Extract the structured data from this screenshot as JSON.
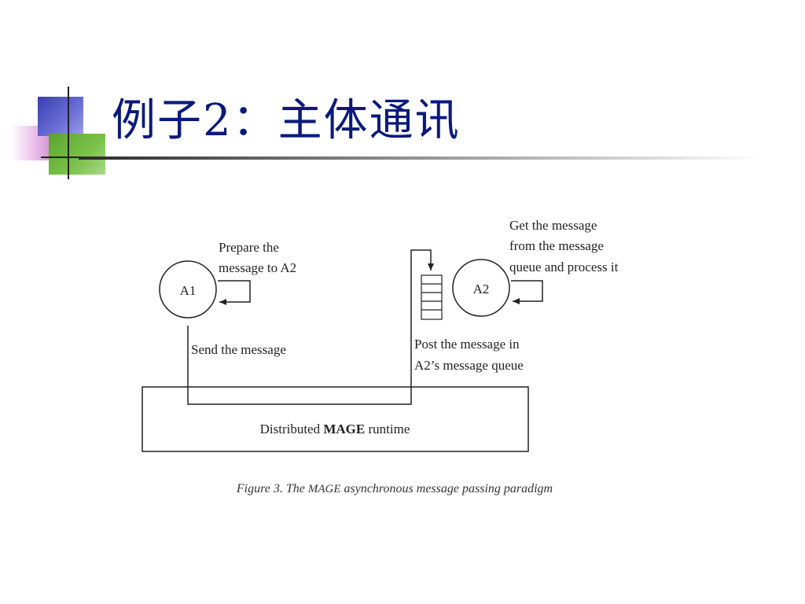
{
  "slide": {
    "title": "例子2：主体通讯"
  },
  "diagram": {
    "agents": [
      {
        "id": "A1",
        "label": "A1"
      },
      {
        "id": "A2",
        "label": "A2"
      }
    ],
    "notes": {
      "prepare_line1": "Prepare the",
      "prepare_line2": "message to A2",
      "get_line1": "Get the message",
      "get_line2": "from the message",
      "get_line3": "queue and process it",
      "send": "Send the message",
      "post_line1": "Post the message in",
      "post_line2": "A2’s message queue"
    },
    "runtime": {
      "prefix": "Distributed ",
      "name": "MAGE",
      "suffix": " runtime"
    },
    "caption": {
      "prefix": "Figure 3. The ",
      "name": "MAGE",
      "suffix": " asynchronous message passing paradigm"
    }
  },
  "colors": {
    "title": "#0a1a7a",
    "accent_blue": "#3a3fb2",
    "accent_pink": "#c77cc7",
    "accent_green": "#5aa52e"
  }
}
